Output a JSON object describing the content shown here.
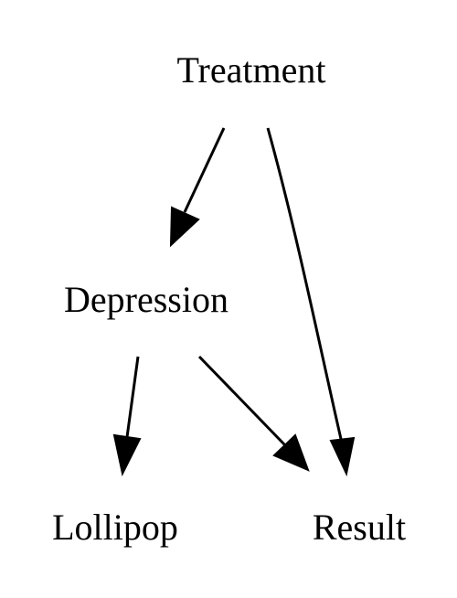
{
  "nodes": {
    "treatment": "Treatment",
    "depression": "Depression",
    "lollipop": "Lollipop",
    "result": "Result"
  },
  "edges": [
    {
      "from": "Treatment",
      "to": "Depression"
    },
    {
      "from": "Treatment",
      "to": "Result"
    },
    {
      "from": "Depression",
      "to": "Lollipop"
    },
    {
      "from": "Depression",
      "to": "Result"
    }
  ]
}
